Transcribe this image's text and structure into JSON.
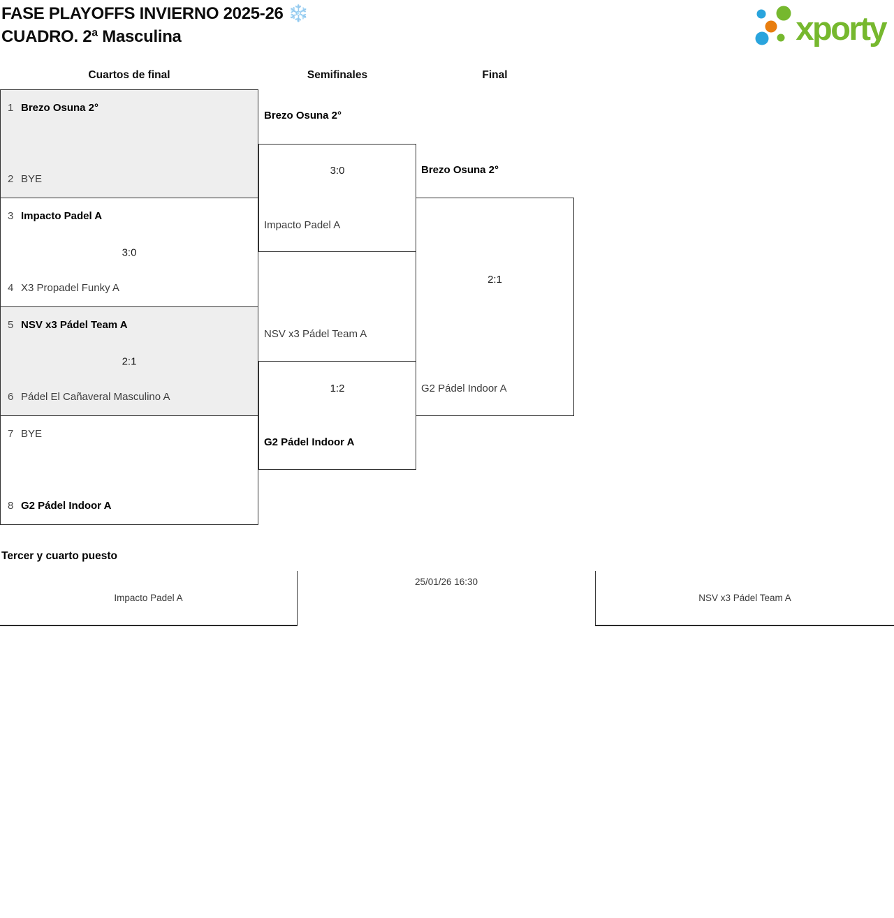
{
  "header": {
    "title_line1": "FASE PLAYOFFS INVIERNO 2025-26 ❄️",
    "title_line2": "CUADRO. 2ª Masculina",
    "logo_text": "xporty"
  },
  "colors": {
    "brand_green": "#76b82e",
    "brand_blue": "#29a4dd",
    "brand_orange": "#e87d0f",
    "shaded_box": "#eeeeee",
    "bracket_border": "#333333"
  },
  "bracket": {
    "round_headers": [
      "Cuartos de final",
      "Semifinales",
      "Final"
    ],
    "quarterfinals": [
      {
        "seed_top": "1",
        "team_top": "Brezo Osuna 2°",
        "top_winner": true,
        "seed_bottom": "2",
        "team_bottom": "BYE",
        "bottom_winner": false,
        "score": "",
        "shaded": true
      },
      {
        "seed_top": "3",
        "team_top": "Impacto Padel A",
        "top_winner": true,
        "seed_bottom": "4",
        "team_bottom": "X3 Propadel Funky A",
        "bottom_winner": false,
        "score": "3:0",
        "shaded": false
      },
      {
        "seed_top": "5",
        "team_top": "NSV x3 Pádel Team A",
        "top_winner": true,
        "seed_bottom": "6",
        "team_bottom": "Pádel El Cañaveral Masculino A",
        "bottom_winner": false,
        "score": "2:1",
        "shaded": true
      },
      {
        "seed_top": "7",
        "team_top": "BYE",
        "top_winner": false,
        "seed_bottom": "8",
        "team_bottom": "G2 Pádel Indoor A",
        "bottom_winner": true,
        "score": "",
        "shaded": false
      }
    ],
    "semifinals": [
      {
        "team_top": "Brezo Osuna 2°",
        "top_winner": true,
        "team_bottom": "Impacto Padel A",
        "bottom_winner": false,
        "score": "3:0"
      },
      {
        "team_top": "NSV x3 Pádel Team A",
        "top_winner": false,
        "team_bottom": "G2 Pádel Indoor A",
        "bottom_winner": true,
        "score": "1:2"
      }
    ],
    "final": {
      "team_top": "Brezo Osuna 2°",
      "top_winner": true,
      "team_bottom": "G2 Pádel Indoor A",
      "bottom_winner": false,
      "score": "2:1"
    }
  },
  "third_place": {
    "heading": "Tercer y cuarto puesto",
    "team_left": "Impacto Padel A",
    "datetime": "25/01/26 16:30",
    "team_right": "NSV x3 Pádel Team A"
  }
}
